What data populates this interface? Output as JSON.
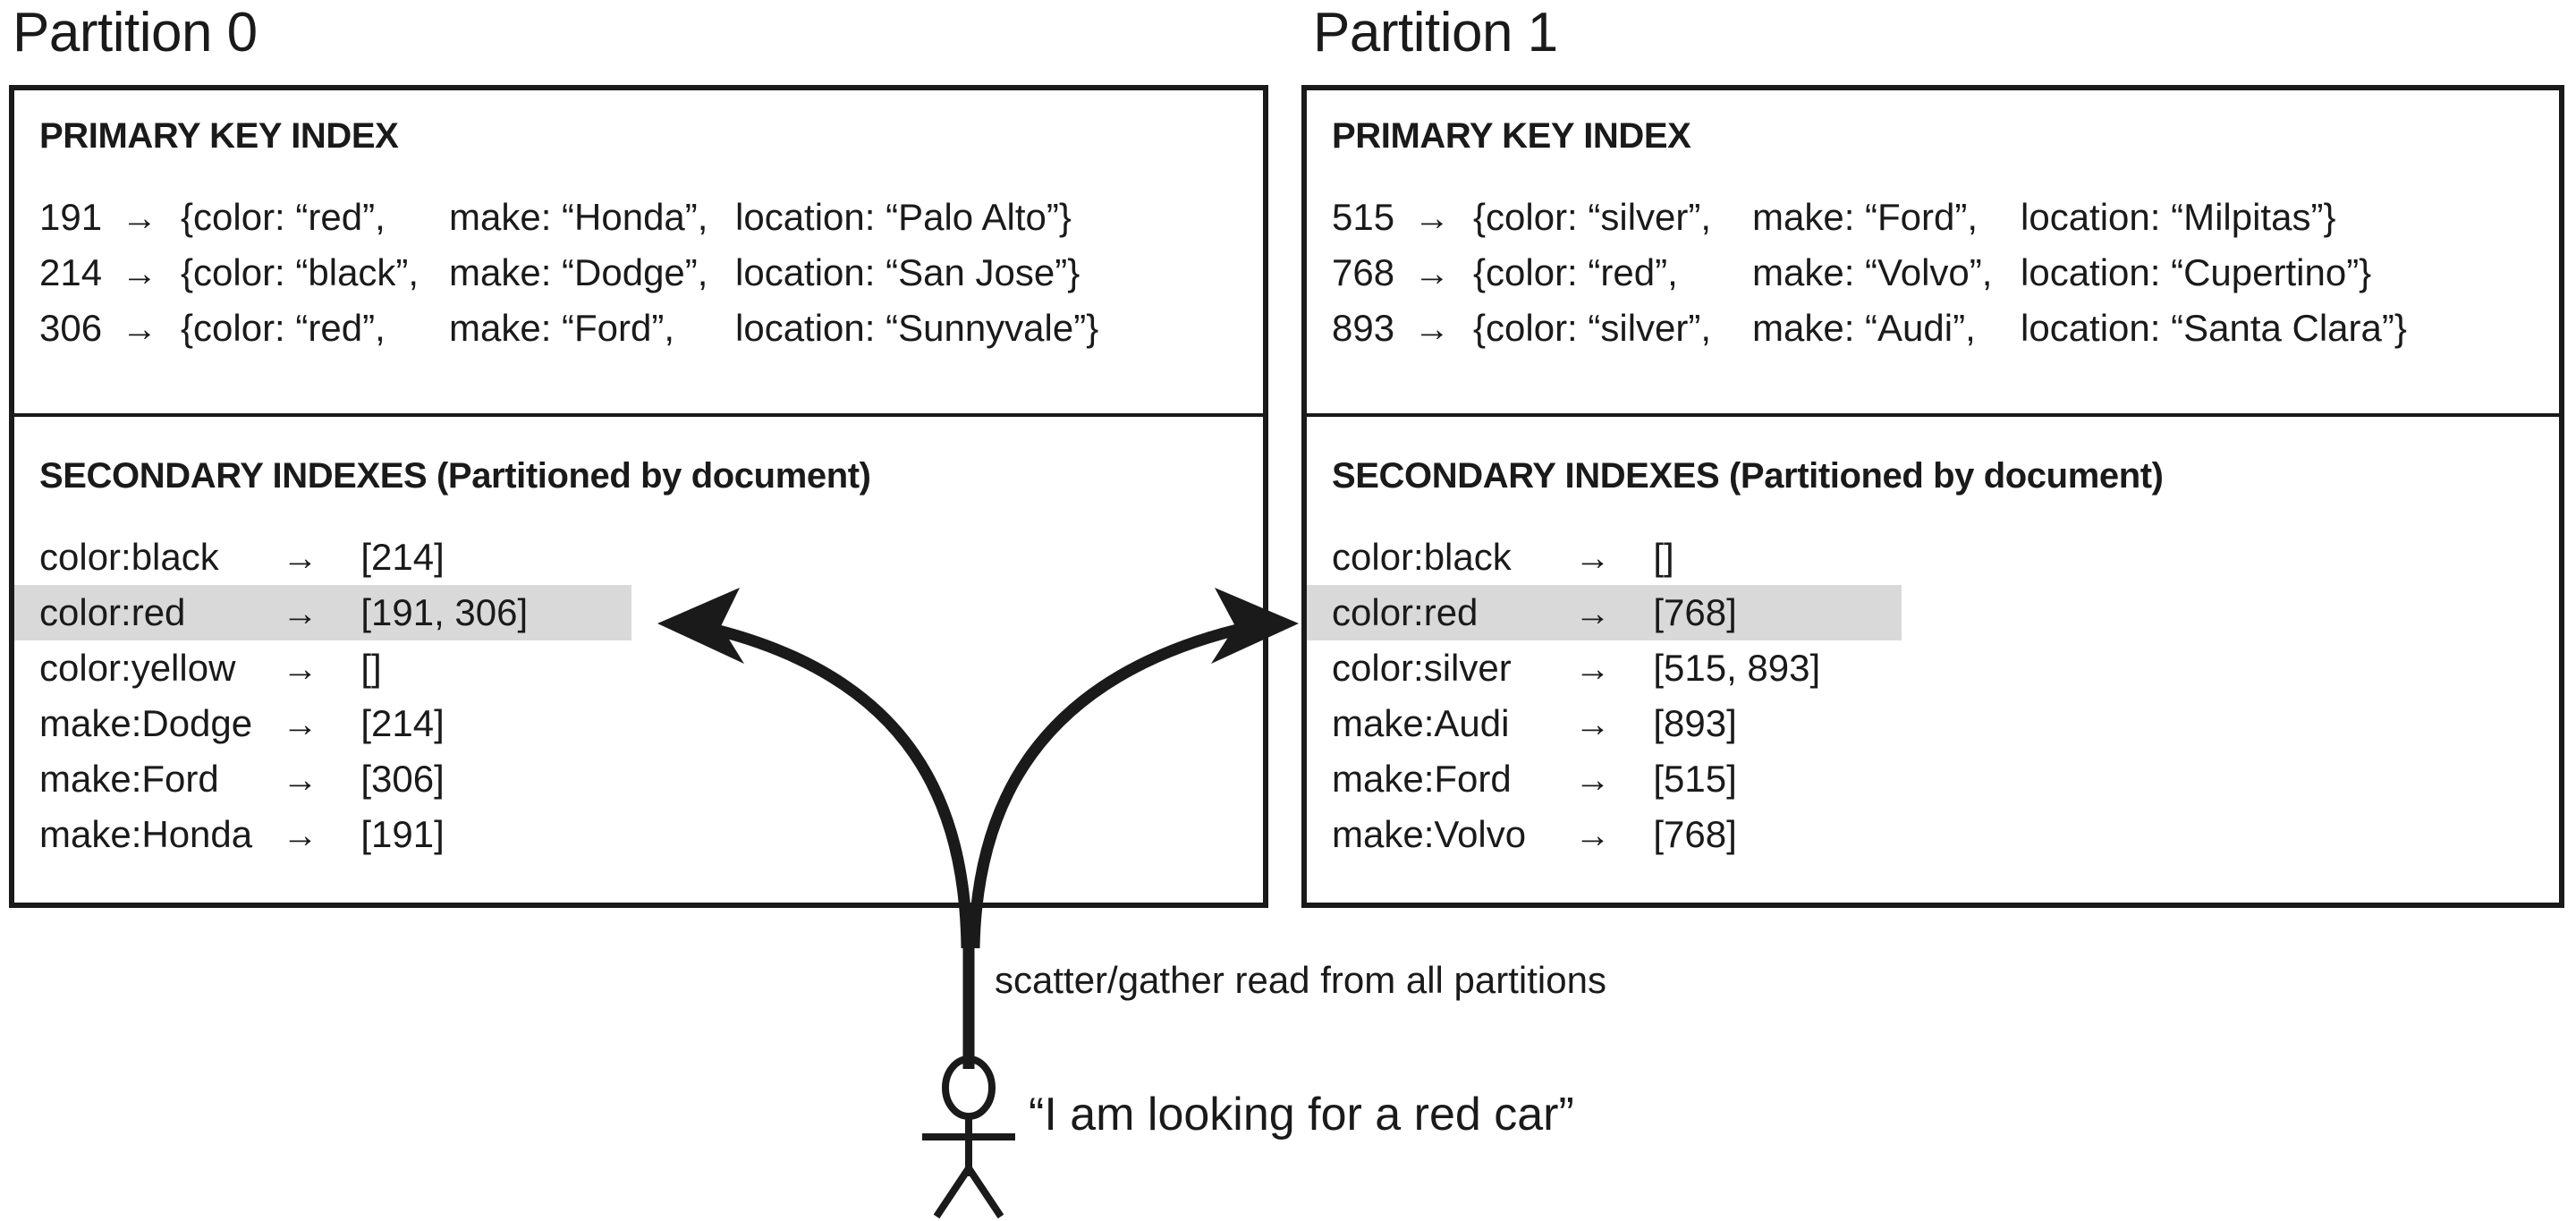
{
  "partitions": [
    {
      "title": "Partition 0",
      "primary_header": "PRIMARY KEY INDEX",
      "secondary_header": "SECONDARY INDEXES (Partitioned by document)",
      "primary_rows": [
        {
          "id": "191",
          "arrow": "→",
          "color": "{color: “red”,",
          "make": "make: “Honda”,",
          "location": "location: “Palo Alto”}"
        },
        {
          "id": "214",
          "arrow": "→",
          "color": "{color: “black”,",
          "make": "make: “Dodge”,",
          "location": "location: “San Jose”}"
        },
        {
          "id": "306",
          "arrow": "→",
          "color": "{color: “red”,",
          "make": "make: “Ford”,",
          "location": "location: “Sunnyvale”}"
        }
      ],
      "secondary_rows": [
        {
          "key": "color:black",
          "arrow": "→",
          "value": "[214]",
          "highlight": false
        },
        {
          "key": "color:red",
          "arrow": "→",
          "value": "[191, 306]",
          "highlight": true
        },
        {
          "key": "color:yellow",
          "arrow": "→",
          "value": "[]",
          "highlight": false
        },
        {
          "key": "make:Dodge",
          "arrow": "→",
          "value": "[214]",
          "highlight": false
        },
        {
          "key": "make:Ford",
          "arrow": "→",
          "value": "[306]",
          "highlight": false
        },
        {
          "key": "make:Honda",
          "arrow": "→",
          "value": "[191]",
          "highlight": false
        }
      ]
    },
    {
      "title": "Partition 1",
      "primary_header": "PRIMARY KEY INDEX",
      "secondary_header": "SECONDARY INDEXES (Partitioned by document)",
      "primary_rows": [
        {
          "id": "515",
          "arrow": "→",
          "color": "{color: “silver”,",
          "make": "make: “Ford”,",
          "location": "location: “Milpitas”}"
        },
        {
          "id": "768",
          "arrow": "→",
          "color": "{color: “red”,",
          "make": "make: “Volvo”,",
          "location": "location: “Cupertino”}"
        },
        {
          "id": "893",
          "arrow": "→",
          "color": "{color: “silver”,",
          "make": "make: “Audi”,",
          "location": "location: “Santa Clara”}"
        }
      ],
      "secondary_rows": [
        {
          "key": "color:black",
          "arrow": "→",
          "value": "[]",
          "highlight": false
        },
        {
          "key": "color:red",
          "arrow": "→",
          "value": "[768]",
          "highlight": true
        },
        {
          "key": "color:silver",
          "arrow": "→",
          "value": "[515, 893]",
          "highlight": false
        },
        {
          "key": "make:Audi",
          "arrow": "→",
          "value": "[893]",
          "highlight": false
        },
        {
          "key": "make:Ford",
          "arrow": "→",
          "value": "[515]",
          "highlight": false
        },
        {
          "key": "make:Volvo",
          "arrow": "→",
          "value": "[768]",
          "highlight": false
        }
      ]
    }
  ],
  "annotations": {
    "scatter_gather": "scatter/gather read from all partitions",
    "user_quote": "“I am looking for a red car”"
  },
  "colors": {
    "ink": "#1a1a1a",
    "highlight": "#d9d9d9",
    "background": "#ffffff"
  }
}
